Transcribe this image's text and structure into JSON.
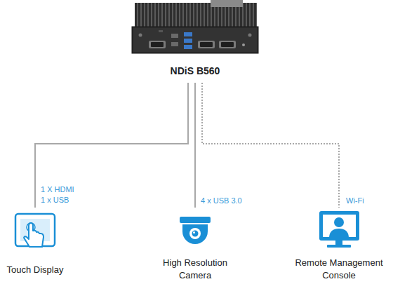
{
  "diagram": {
    "nodes": [
      {
        "text": [
          "NDiS B560"
        ]
      },
      {
        "text": [
          "Touch Display"
        ]
      },
      {
        "text": [
          "High Resolution Camera"
        ]
      },
      {
        "text": [
          "Remote Management Console"
        ]
      }
    ],
    "edges": [
      {
        "from": 0,
        "to": 1,
        "label": "1 X HDMI 1 x USB",
        "arrow": "none"
      },
      {
        "from": 0,
        "to": 2,
        "label": "4 x USB 3.0",
        "arrow": "none"
      },
      {
        "from": 0,
        "to": 3,
        "label": "Wi-Fi",
        "arrow": "none"
      }
    ]
  }
}
